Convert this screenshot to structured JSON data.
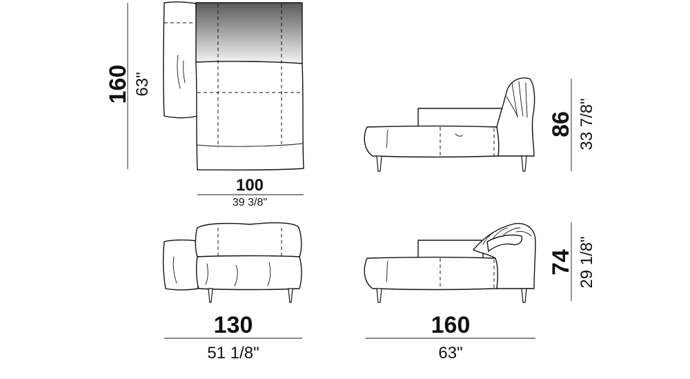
{
  "dimensions": {
    "top_view": {
      "height_cm": "160",
      "height_in": "63\"",
      "width_cm": "100",
      "width_in": "39 3/8\""
    },
    "front_view": {
      "width_cm": "130",
      "width_in": "51 1/8\""
    },
    "side_view_upright": {
      "height_cm": "86",
      "height_in": "33 7/8\""
    },
    "side_view_reclined": {
      "height_cm": "74",
      "height_in": "29 1/8\"",
      "length_cm": "160",
      "length_in": "63\""
    }
  },
  "colors": {
    "line": "#111111",
    "background": "#ffffff",
    "shade_dark": "#555555",
    "shade_light": "#f4f4f4"
  }
}
